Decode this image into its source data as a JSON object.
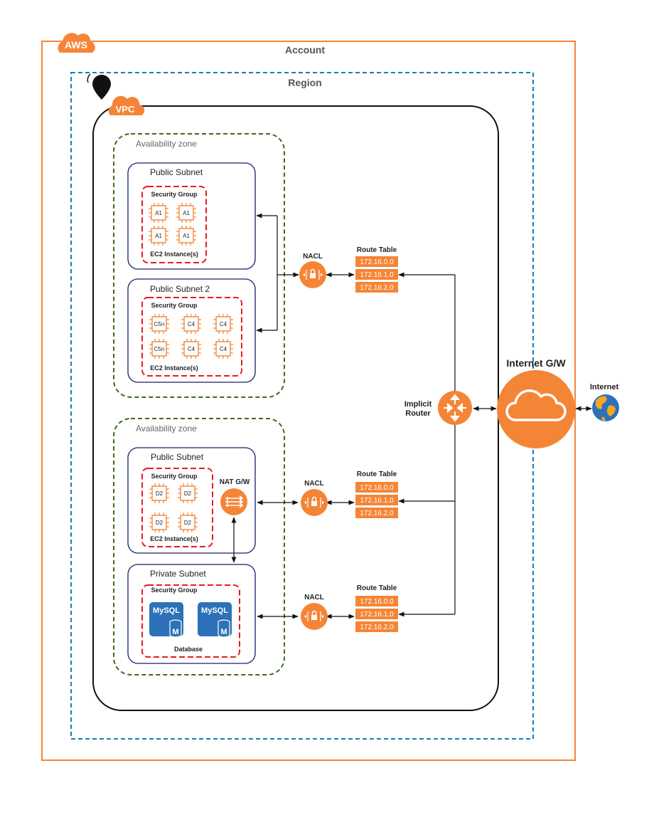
{
  "account": {
    "badge": "AWS",
    "label": "Account"
  },
  "region": {
    "label": "Region"
  },
  "vpc": {
    "badge": "VPC"
  },
  "az1": {
    "label": "Availability zone",
    "subnet1": {
      "label": "Public Subnet",
      "sg_label": "Security Group",
      "instances": [
        "A1",
        "A1",
        "A1",
        "A1"
      ],
      "instances_label": "EC2 Instance(s)"
    },
    "subnet2": {
      "label": "Public Subnet 2",
      "sg_label": "Security Group",
      "instances": [
        "C5n",
        "C4",
        "C4",
        "C5n",
        "C4",
        "C4"
      ],
      "instances_label": "EC2 Instance(s)"
    }
  },
  "az2": {
    "label": "Availability zone",
    "public_subnet": {
      "label": "Public Subnet",
      "sg_label": "Security Group",
      "instances": [
        "D2",
        "D2",
        "D2",
        "D2"
      ],
      "instances_label": "EC2 Instance(s)",
      "nat_label": "NAT G/W"
    },
    "private_subnet": {
      "label": "Private Subnet",
      "sg_label": "Security Group",
      "db_icon_text": "MySQL",
      "db_icon_letter": "M",
      "db_label": "Database"
    }
  },
  "nacl_label": "NACL",
  "route_tables": [
    {
      "label": "Route Table",
      "entries": [
        "172.16.0.0",
        "172.16.1.0",
        "172.16.2.0"
      ]
    },
    {
      "label": "Route Table",
      "entries": [
        "172.16.0.0",
        "172.16.1.0",
        "172.16.2.0"
      ]
    },
    {
      "label": "Route Table",
      "entries": [
        "172.16.0.0",
        "172.16.1.0",
        "172.16.2.0"
      ]
    }
  ],
  "router": {
    "label_line1": "Implicit",
    "label_line2": "Router"
  },
  "igw": {
    "label": "Internet G/W"
  },
  "internet": {
    "label": "Internet"
  },
  "colors": {
    "aws_orange": "#f58536",
    "region_blue": "#147eba",
    "az_green": "#3f6b1b",
    "subnet_navy": "#1a1a6e",
    "sg_red": "#e51c23",
    "db_blue": "#2d72b8"
  }
}
